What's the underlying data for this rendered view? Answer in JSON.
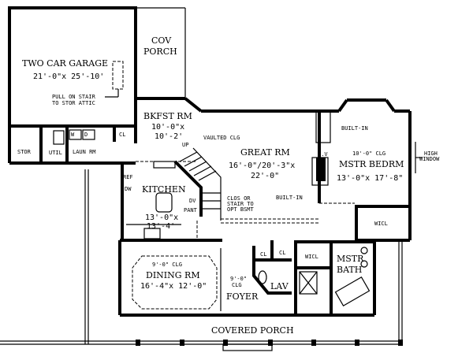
{
  "rooms": {
    "garage": {
      "name": "TWO CAR GARAGE",
      "size": "21'-0\"x 25'-10'"
    },
    "attic_note": [
      "PULL ON STAIR",
      "TO STOR ATTIC"
    ],
    "cov_porch": [
      "COV",
      "PORCH"
    ],
    "bkfst": {
      "name": "BKFST RM",
      "size1": "10'-0\"x",
      "size2": "10'-2'"
    },
    "vaulted": "VAULTED CLG",
    "great": {
      "name": "GREAT RM",
      "size1": "16'-0\"/20'-3\"x",
      "size2": "22'-0\""
    },
    "stor": "STOR",
    "util": "UTIL",
    "laun": "LAUN RM",
    "washer": "W",
    "dryer": "D",
    "cl_laun": "CL",
    "up": "UP",
    "kitchen": {
      "name": "KITCHEN",
      "size1": "13'-0\"x",
      "size2": "13'-4'"
    },
    "ref": "REF",
    "dw": "DW",
    "dv": "DV",
    "pant": "PANT",
    "bsmt_note": [
      "CLOS OR",
      "STAIR TO",
      "OPT BSMT"
    ],
    "built_in_1": "BUILT-IN",
    "built_in_2": "BUILT-IN",
    "tv": "T.V",
    "mstr_bed": {
      "clg": "10'-0\" CLG",
      "name": "MSTR BEDRM",
      "size": "13'-0\"x 17'-8\""
    },
    "high_window": [
      "HIGH",
      "WINDOW"
    ],
    "wicl_bed": "WICL",
    "dining": {
      "clg": "9'-0\" CLG",
      "name": "DINING RM",
      "size": "16'-4\"x 12'-0\""
    },
    "foyer": {
      "clg1": "9'-0\"",
      "clg2": "CLG",
      "name": "FOYER"
    },
    "cl1": "CL",
    "cl2": "CL",
    "lav": "LAV",
    "wicl_bath": "WICL",
    "mstr_bath": [
      "MSTR",
      "BATH"
    ],
    "covered_porch": "COVERED PORCH"
  }
}
